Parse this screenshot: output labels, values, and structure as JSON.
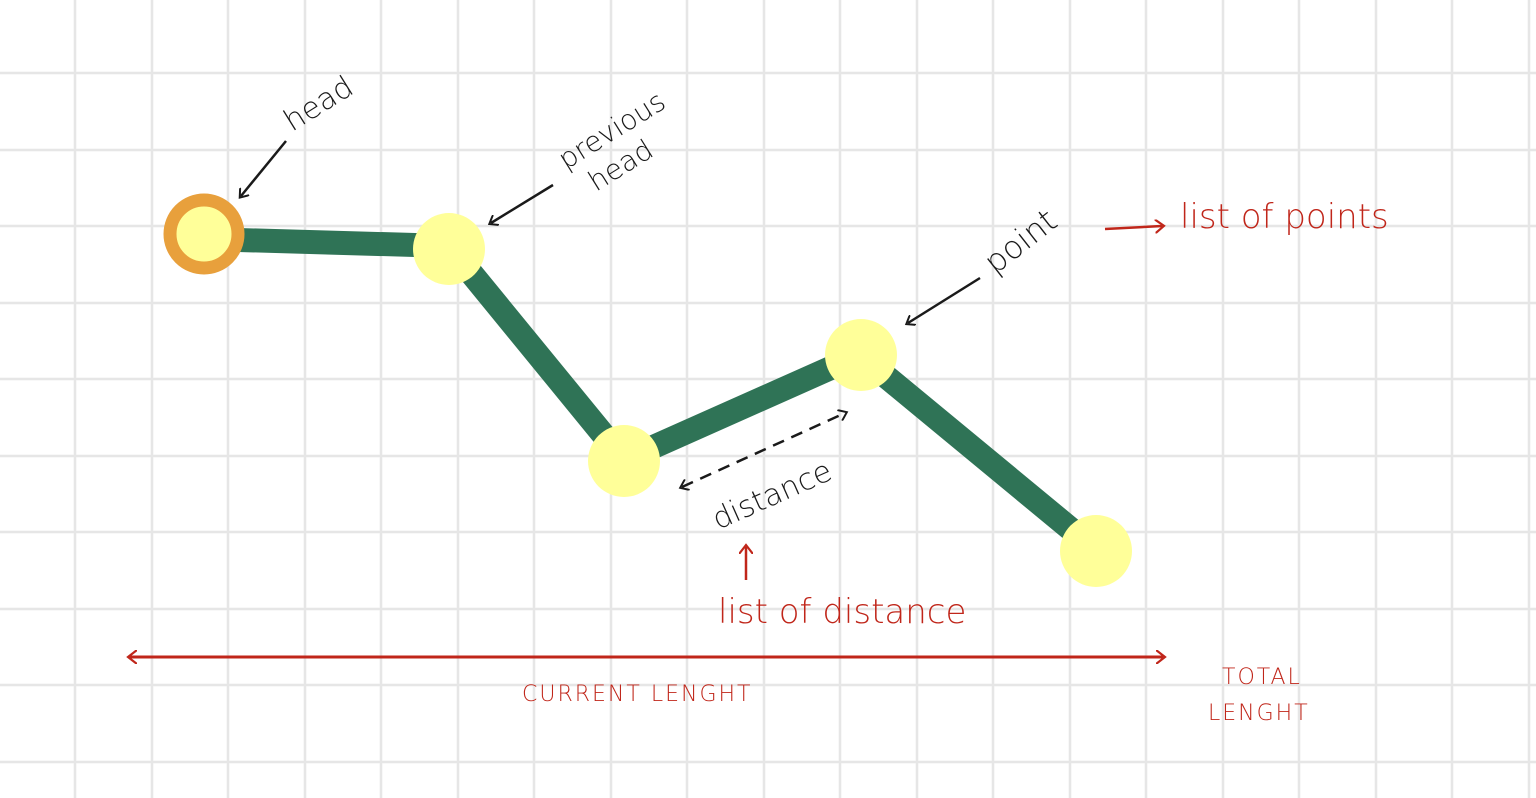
{
  "colors": {
    "grid": "#e6e6e6",
    "path": "#2f7356",
    "node_fill": "#ffff99",
    "head_ring": "#e8a03c",
    "annotation_black": "#1a1a1a",
    "annotation_red": "#c0261a"
  },
  "labels": {
    "head": "head",
    "previous_line1": "previous",
    "previous_line2": "head",
    "point": "point",
    "distance": "distance",
    "list_of_points": "list of points",
    "list_of_distance": "list of distance",
    "current_length": "CURRENT LENGHT",
    "total_line1": "TOTAL",
    "total_line2": "LENGHT"
  }
}
